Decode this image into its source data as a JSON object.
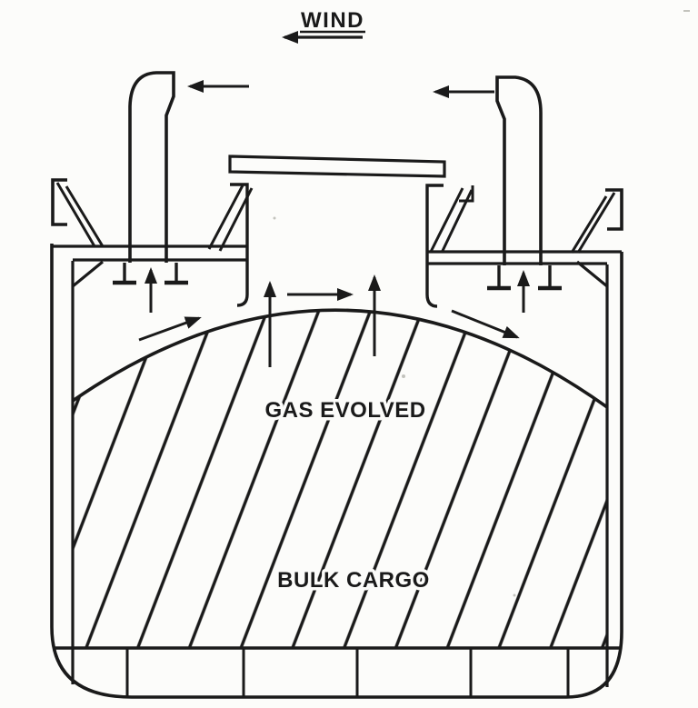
{
  "page": {
    "background_color": "#fcfcfa",
    "ink_color": "#1a1a1a",
    "description_visible_text_only": true
  },
  "labels": {
    "wind": "WIND",
    "gas_evolved": "GAS EVOLVED",
    "bulk_cargo": "BULK CARGO"
  },
  "diagram": {
    "type": "ship-cargo-hold-cross-section",
    "features": [
      "wind-direction-arrow",
      "left-gooseneck-ventilator",
      "right-gooseneck-ventilator",
      "raised-hatch-cover",
      "open-hatchway",
      "bulwark-left",
      "bulwark-right",
      "domed-bulk-cargo-surface",
      "hatched-cargo-area",
      "double-bottom-tanks"
    ],
    "arrows": [
      {
        "name": "wind-direction-arrow",
        "direction": "left"
      },
      {
        "name": "left-ventilator-flow-arrow",
        "direction": "left"
      },
      {
        "name": "right-ventilator-flow-arrow",
        "direction": "left"
      },
      {
        "name": "left-vent-duct-up-arrow",
        "direction": "up"
      },
      {
        "name": "right-vent-duct-up-arrow",
        "direction": "up"
      },
      {
        "name": "hatchway-gas-rise-arrow-left",
        "direction": "up"
      },
      {
        "name": "hatchway-gas-rise-arrow-right",
        "direction": "up"
      },
      {
        "name": "hatchway-gas-flow-arrow",
        "direction": "right"
      },
      {
        "name": "cargo-surface-flow-arrow-left",
        "direction": "up-right"
      },
      {
        "name": "cargo-surface-flow-arrow-right",
        "direction": "down-right"
      }
    ]
  }
}
